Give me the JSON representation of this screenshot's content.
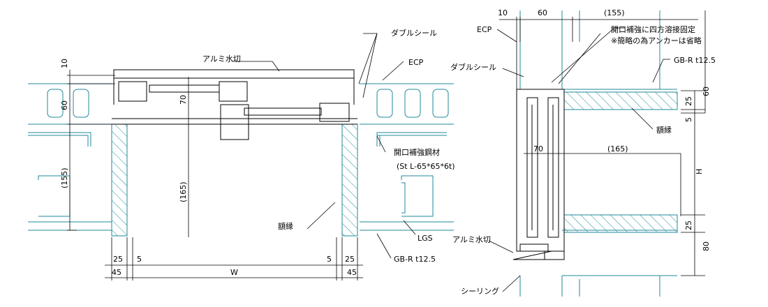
{
  "colors": {
    "teal": "#1f8a9a",
    "line": "#000000",
    "background": "#ffffff"
  },
  "plan": {
    "aluminum_flashing": "アルミ水切",
    "double_seal": "ダブルシール",
    "ecp": "ECP",
    "opening_steel": "開口補強鋼材",
    "opening_steel_spec": "(St L-65*65*6t)",
    "frame_edge": "額縁",
    "lgs": "LGS",
    "gbr": "GB-R t12.5",
    "dims": {
      "d10": "10",
      "d60": "60",
      "d70": "70",
      "d155": "(155)",
      "d165": "(165)",
      "d25a": "25",
      "d5a": "5",
      "d45a": "45",
      "w": "W",
      "d5b": "5",
      "d25b": "25",
      "d45b": "45"
    }
  },
  "section": {
    "weld_note_1": "開口補強に四方溶接固定",
    "weld_note_2": "※簡略の為アンカーは省略",
    "ecp": "ECP",
    "double_seal": "ダブルシール",
    "gbr": "GB-R t12.5",
    "frame_edge": "額縁",
    "aluminum_flashing": "アルミ水切",
    "sealing": "シーリング",
    "dims": {
      "d10": "10",
      "d60": "60",
      "d155": "(155)",
      "d25a": "25",
      "d60b": "60",
      "d5": "5",
      "d70": "70",
      "d165": "(165)",
      "h": "H",
      "d25b": "25",
      "d80": "80"
    }
  }
}
